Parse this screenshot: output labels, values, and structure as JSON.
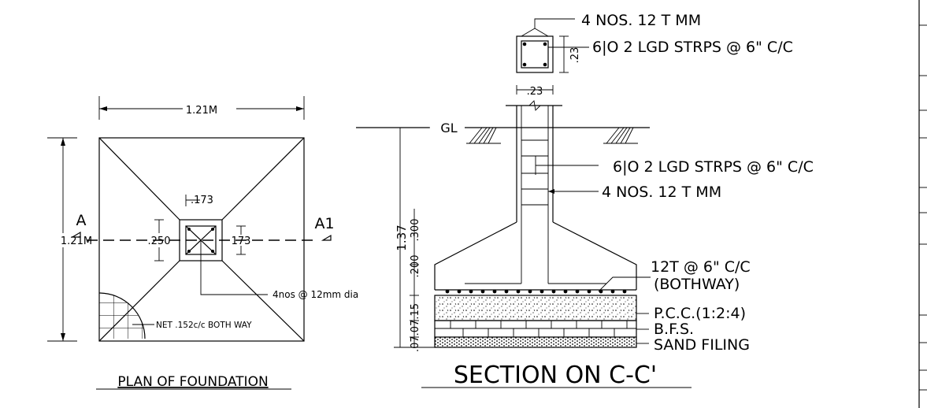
{
  "plan": {
    "title": "PLAN OF FOUNDATION",
    "width_label": "1.21M",
    "height_label": "1.21M",
    "section_left": "A",
    "section_right": "A1",
    "col_top_dim": ".173",
    "col_left_dim": ".250",
    "col_right_dim": "173",
    "rebar_note": "4nos @ 12mm dia",
    "mesh_note": "NET .152c/c BOTH WAY"
  },
  "section": {
    "title": "SECTION ON C-C'",
    "gl_label": "GL",
    "col_top_bars": "4 NOS. 12 T MM",
    "col_top_stirrups": "6|O 2 LGD STRPS @ 6\" C/C",
    "col_side_dim": ".23",
    "col_bottom_dim": ".23",
    "mid_stirrups": "6|O 2 LGD STRPS @ 6\" C/C",
    "mid_bars": "4 NOS. 12 T MM",
    "total_height": "1.37",
    "layer_dims": ".300",
    "layer_dims2": ".200",
    "layer_dims3": ".07.07.15",
    "base_rebar": "12T @ 6\" C/C",
    "base_rebar2": "(BOTHWAY)",
    "pcc": "P.C.C.(1:2:4)",
    "bfs": "B.F.S.",
    "sand": "SAND FILING"
  }
}
